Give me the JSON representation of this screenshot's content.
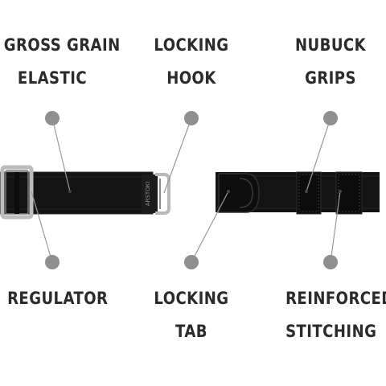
{
  "labels": {
    "gross_grain_elastic": [
      "GROSS GRAIN",
      "ELASTIC"
    ],
    "locking_hook": [
      "LOCKING",
      "HOOK"
    ],
    "nubuck_grips": [
      "NUBUCK",
      "GRIPS"
    ],
    "regulator": [
      "REGULATOR"
    ],
    "locking_tab": [
      "LOCKING",
      "TAB"
    ],
    "reinforced_stitching": [
      "REINFORCED",
      "STITCHING"
    ]
  },
  "buckle_text": "ARSTOKI",
  "colors": {
    "text": "#2b2b2b",
    "marker": "#8f8f8f",
    "belt": "#141414",
    "metal": "#b8b8b8"
  }
}
